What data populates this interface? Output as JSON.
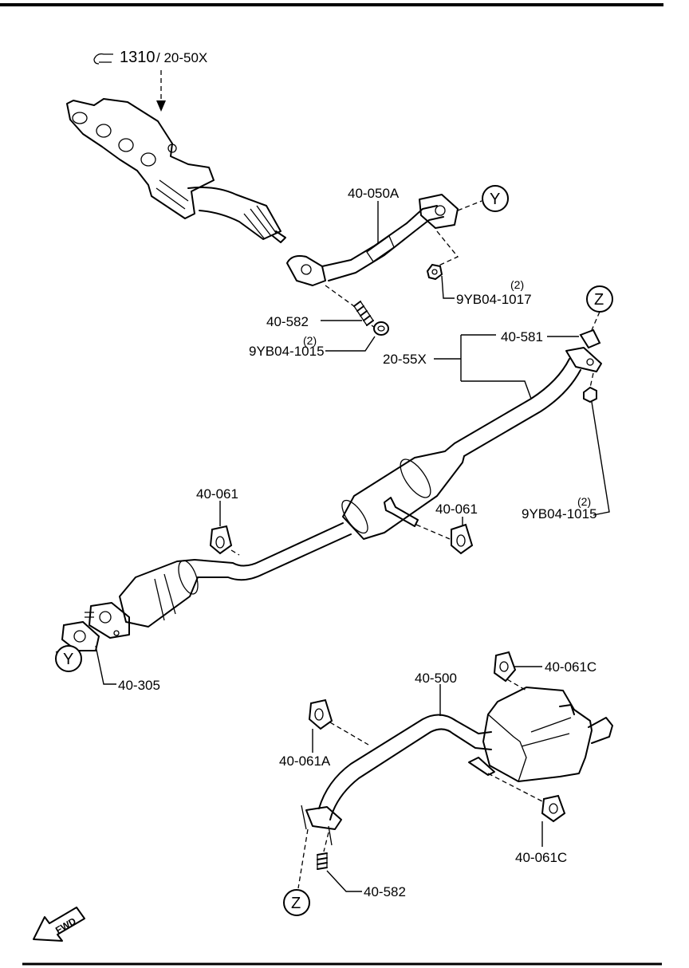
{
  "labels": {
    "ref_main": "1310",
    "ref_sub": "/ 20-50X",
    "front_pipe": "40-050A",
    "callout_y": "Y",
    "nut_top": "9YB04-1017",
    "nut_top_qty": "(2)",
    "spring_top": "40-582",
    "gasket_top": "9YB04-1015",
    "gasket_top_qty": "(2)",
    "callout_z": "Z",
    "gasket_mid": "40-581",
    "pipe_assy": "20-55X",
    "hanger_left": "40-061",
    "hanger_right": "40-061",
    "nut_mid": "9YB04-1015",
    "nut_mid_qty": "(2)",
    "gasket_y": "40-305",
    "muffler": "40-500",
    "hanger_c_top": "40-061C",
    "hanger_a": "40-061A",
    "hanger_c_bottom": "40-061C",
    "spring_bottom": "40-582",
    "fwd": "FWD"
  }
}
